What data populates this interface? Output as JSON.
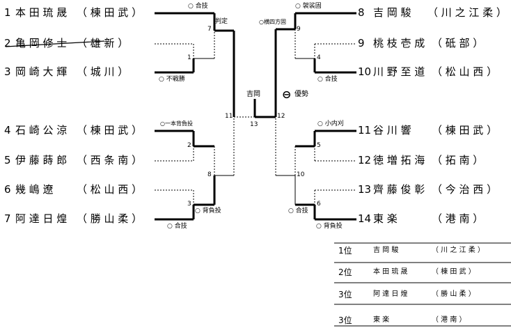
{
  "players": [
    {
      "no": "1",
      "name": "本 田 琉 晟",
      "club": "（ 棟 田 武 ）"
    },
    {
      "no": "2",
      "name": "亀 岡 修 士",
      "club": "（ 雄     新 ）"
    },
    {
      "no": "3",
      "name": "岡 崎 大 輝",
      "club": "（ 城     川 ）"
    },
    {
      "no": "4",
      "name": "石 崎 公 涼",
      "club": "（ 棟 田 武 ）"
    },
    {
      "no": "5",
      "name": "伊 藤 蒔 郎",
      "club": "（ 西 条 南 ）"
    },
    {
      "no": "6",
      "name": "幾   嶋   遼",
      "club": "（ 松 山 西 ）"
    },
    {
      "no": "7",
      "name": "阿 達 日 煌",
      "club": "（ 勝 山 柔 ）"
    },
    {
      "no": "8",
      "name": "吉   岡   駿",
      "club": "（ 川 之 江 柔 ）"
    },
    {
      "no": "9",
      "name": "桃 枝 壱 成",
      "club": "（ 砥     部 ）"
    },
    {
      "no": "10",
      "name": "川 野 至 道",
      "club": "（ 松   山   西 ）"
    },
    {
      "no": "11",
      "name": "谷     川     響",
      "club": "（ 棟   田   武 ）"
    },
    {
      "no": "12",
      "name": "徳 増 拓 海",
      "club": "（ 拓         南 ）"
    },
    {
      "no": "13",
      "name": "齊 藤 俊 彰",
      "club": "（ 今   治   西 ）"
    },
    {
      "no": "14",
      "name": "東           楽",
      "club": "（ 港         南 ）"
    }
  ],
  "match_numbers": [
    "1",
    "2",
    "3",
    "4",
    "5",
    "6",
    "7",
    "8",
    "9",
    "10",
    "11",
    "12",
    "13"
  ],
  "wins": {
    "m1": "○ 不戦勝",
    "m2": "○一本背負投",
    "m3": "○ 合技",
    "m4": "○ 合技",
    "m5": "○ 小内刈",
    "m6": "○ 合技",
    "m7": "○ 合技",
    "m7_note": "判定",
    "m8": "○ 背負投",
    "m9": "○ 袈裟固",
    "m12": "○横四方固",
    "m13": "○ 背負投",
    "final_winner_label": "吉岡",
    "champion_mark": "⊖",
    "champion_label": "優勢"
  },
  "ranking": [
    {
      "place": "1位",
      "name": "吉       岡       駿",
      "club": "（ 川   之   江   柔 ）"
    },
    {
      "place": "2位",
      "name": "本   田   琉   晟",
      "club": "（ 棟       田       武 ）"
    },
    {
      "place": "3位",
      "name": "阿   達   日   煌",
      "club": "（ 勝       山       柔 ）"
    },
    {
      "place": "3位",
      "name": "東                     楽",
      "club": "（ 港                 南 ）"
    }
  ]
}
